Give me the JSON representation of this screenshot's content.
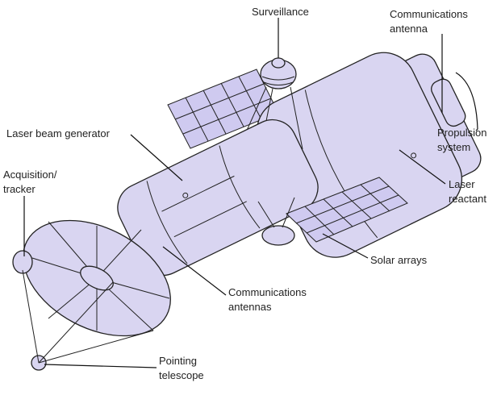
{
  "title": "Laser battle station diagram",
  "labels": {
    "surveillance": "Surveillance",
    "comm_antenna_1": "Communications",
    "comm_antenna_2": "antenna",
    "propulsion_1": "Propulsion",
    "propulsion_2": "system",
    "laser_reactant_1": "Laser",
    "laser_reactant_2": "reactant",
    "laser_beam_generator": "Laser beam generator",
    "acquisition_1": "Acquisition/",
    "acquisition_2": "tracker",
    "solar_arrays": "Solar arrays",
    "comm_antennas_1": "Communications",
    "comm_antennas_2": "antennas",
    "pointing_1": "Pointing",
    "pointing_2": "telescope"
  },
  "colors": {
    "body": "#d9d5f1",
    "outline": "#222222"
  }
}
